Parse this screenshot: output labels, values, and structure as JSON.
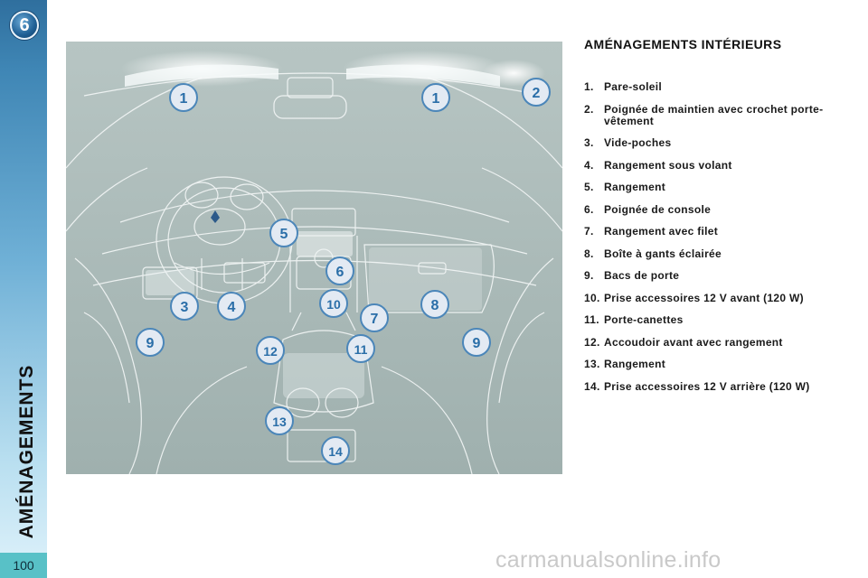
{
  "chapter": {
    "number": "6",
    "title": "AMÉNAGEMENTS",
    "page_number": "100"
  },
  "colors": {
    "tab_dark": "#2f6f9e",
    "tab_light": "#dff2fb",
    "page_number_bg": "#58c1c7",
    "illustration_bg": "#a7b7b5",
    "callout_fill": "#e3eaf3",
    "callout_stroke": "#4b86b9"
  },
  "illustration": {
    "callouts": [
      "1",
      "1",
      "2",
      "5",
      "6",
      "3",
      "4",
      "10",
      "7",
      "8",
      "9",
      "9",
      "12",
      "11",
      "13",
      "14"
    ]
  },
  "section": {
    "title": "AMÉNAGEMENTS INTÉRIEURS"
  },
  "legend": [
    {
      "num": "1.",
      "text": "Pare-soleil"
    },
    {
      "num": "2.",
      "text": "Poignée de maintien avec crochet porte-vêtement"
    },
    {
      "num": "3.",
      "text": "Vide-poches"
    },
    {
      "num": "4.",
      "text": "Rangement sous volant"
    },
    {
      "num": "5.",
      "text": "Rangement"
    },
    {
      "num": "6.",
      "text": "Poignée de console"
    },
    {
      "num": "7.",
      "text": "Rangement avec filet"
    },
    {
      "num": "8.",
      "text": "Boîte à gants éclairée"
    },
    {
      "num": "9.",
      "text": "Bacs de porte"
    },
    {
      "num": "10.",
      "text": "Prise accessoires 12 V avant (120 W)"
    },
    {
      "num": "11.",
      "text": "Porte-canettes"
    },
    {
      "num": "12.",
      "text": "Accoudoir avant avec rangement"
    },
    {
      "num": "13.",
      "text": "Rangement"
    },
    {
      "num": "14.",
      "text": "Prise accessoires 12 V arrière (120 W)"
    }
  ],
  "watermark": "carmanualsonline.info"
}
